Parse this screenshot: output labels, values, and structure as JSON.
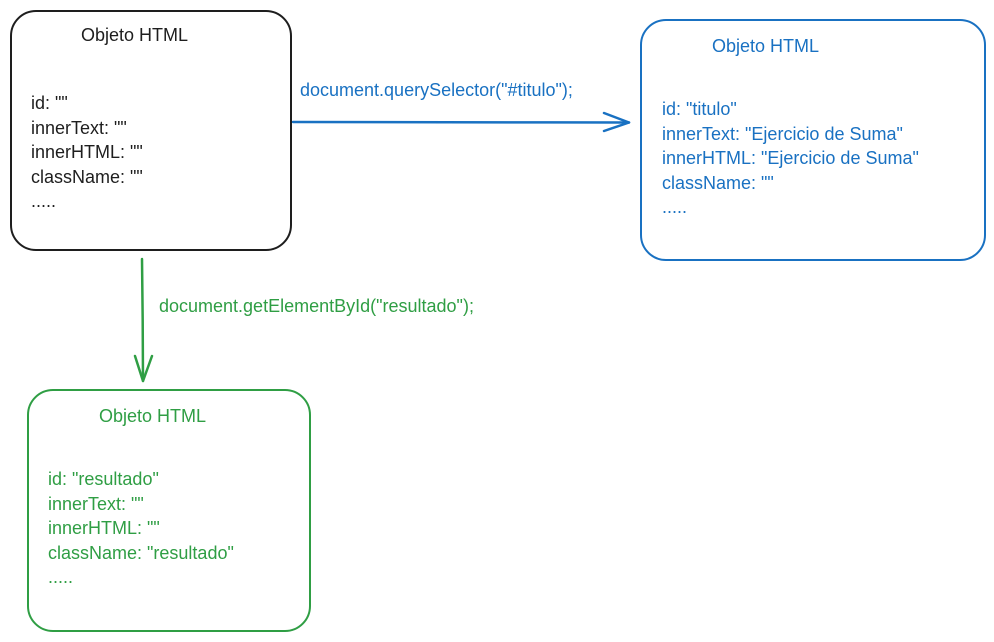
{
  "nodes": {
    "source": {
      "title": "Objeto HTML",
      "color": "#1e1e1e",
      "props": [
        "id: \"\"",
        "innerText: \"\"",
        "innerHTML: \"\"",
        "className: \"\"",
        "....."
      ]
    },
    "titulo": {
      "title": "Objeto HTML",
      "color": "#1971c2",
      "props": [
        "id: \"titulo\"",
        "innerText: \"Ejercicio de Suma\"",
        "innerHTML: \"Ejercicio de Suma\"",
        "className: \"\"",
        "....."
      ]
    },
    "resultado": {
      "title": "Objeto HTML",
      "color": "#2f9e44",
      "props": [
        "id: \"resultado\"",
        "innerText: \"\"",
        "innerHTML: \"\"",
        "className: \"resultado\"",
        "....."
      ]
    }
  },
  "edges": {
    "query_selector": {
      "label": "document.querySelector(\"#titulo\");",
      "color": "#1971c2",
      "from": "source",
      "to": "titulo"
    },
    "get_element_by_id": {
      "label": "document.getElementById(\"resultado\");",
      "color": "#2f9e44",
      "from": "source",
      "to": "resultado"
    }
  }
}
